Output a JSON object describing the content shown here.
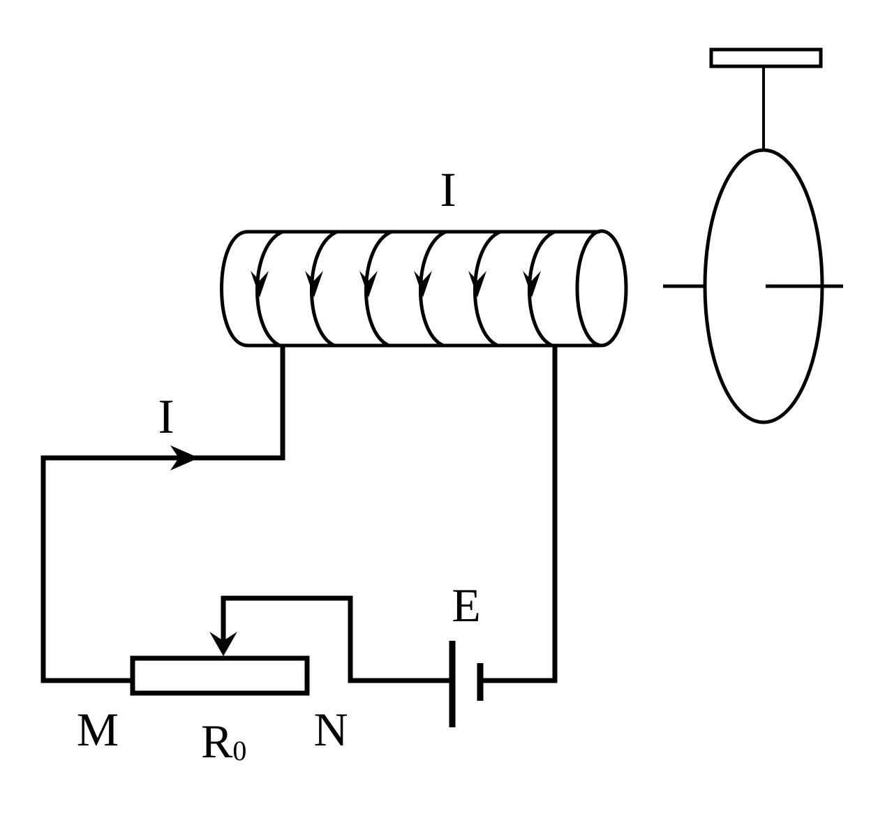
{
  "labels": {
    "current_top": "I",
    "current_left": "I",
    "battery": "E",
    "terminal_m": "M",
    "terminal_n": "N",
    "resistor_main": "R",
    "resistor_sub": "0"
  },
  "solenoid": {
    "turns": 6
  }
}
